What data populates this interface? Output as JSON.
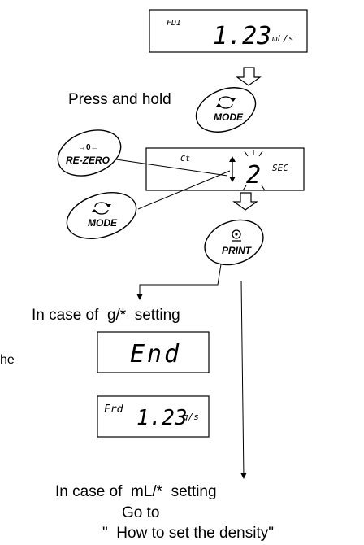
{
  "displays": {
    "top": {
      "code": "FDI",
      "value": "1.23",
      "unit": "mL/s"
    },
    "ct": {
      "code": "Ct",
      "value": "2",
      "unit": "SEC"
    },
    "end": {
      "value": "End"
    },
    "frd": {
      "code": "Frd",
      "value": "1.23",
      "unit": "g/s"
    }
  },
  "buttons": {
    "mode_top": {
      "label": "MODE"
    },
    "rezero": {
      "label": "RE-ZERO",
      "symbol": "→0←"
    },
    "mode_left": {
      "label": "MODE"
    },
    "print": {
      "label": "PRINT"
    }
  },
  "text": {
    "press_and_hold": "Press and hold",
    "case_g": "In case of  g/*  setting",
    "side_fragment": "he",
    "case_ml": "In case of  mL/*  setting",
    "goto_line1": "Go to",
    "goto_line2": "\"  How to set the density\""
  }
}
